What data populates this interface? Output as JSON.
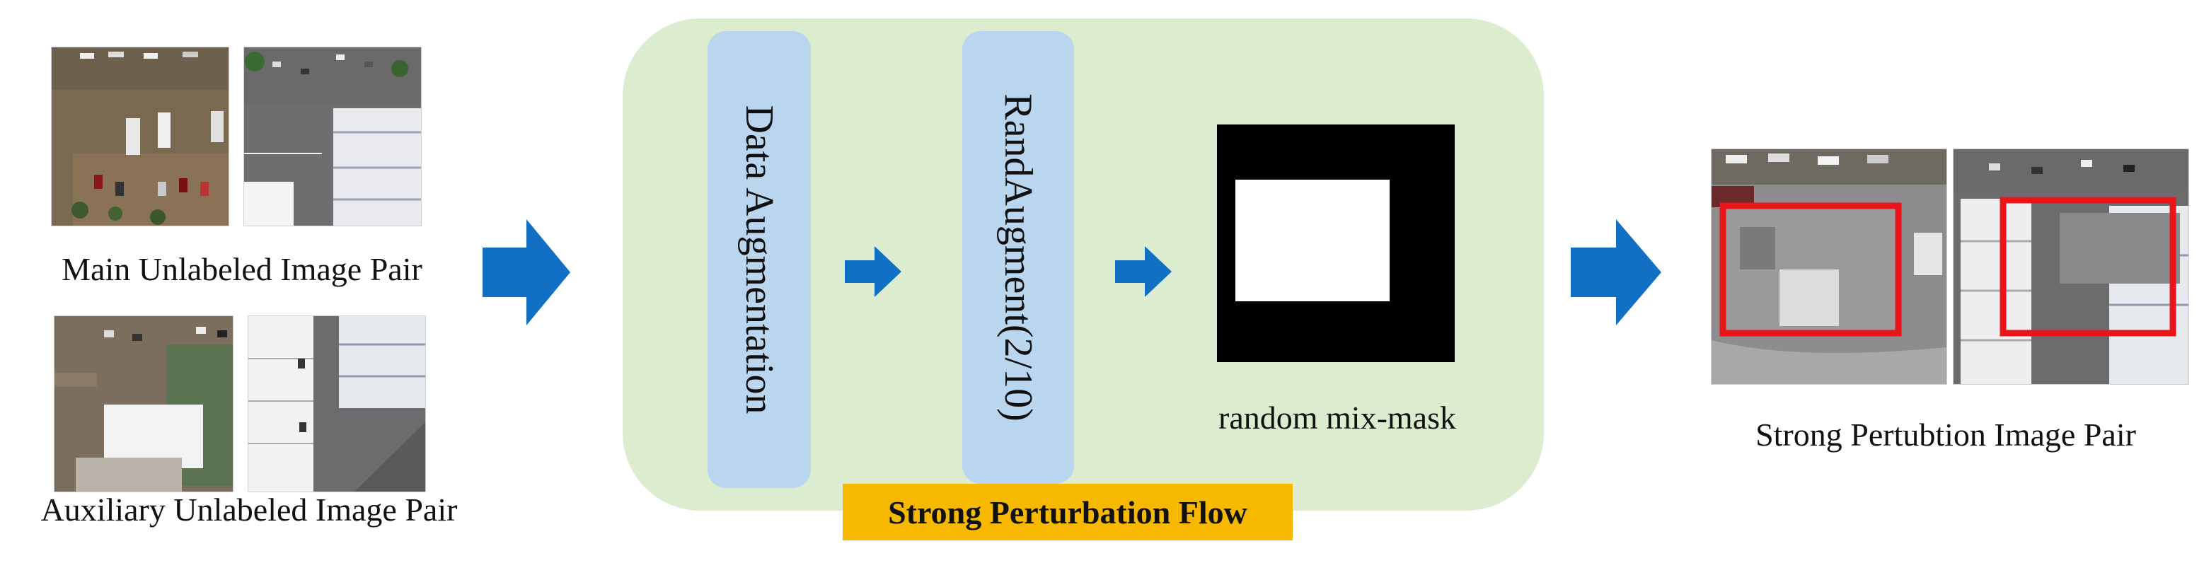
{
  "left": {
    "main_caption": "Main Unlabeled Image Pair",
    "aux_caption": "Auxiliary Unlabeled Image Pair"
  },
  "flow": {
    "step1_label": "Data Augmentation",
    "step2_label": "RandAugment(2/10)",
    "mask_caption": "random mix-mask",
    "flow_label": "Strong Perturbation Flow"
  },
  "right": {
    "caption": "Strong Pertubtion Image Pair"
  },
  "colors": {
    "arrow": "#1170c4",
    "panel": "#dbeccf",
    "step_box": "#b9d6ee",
    "flow_label_bg": "#f6b800",
    "highlight_box": "#e8151b"
  }
}
